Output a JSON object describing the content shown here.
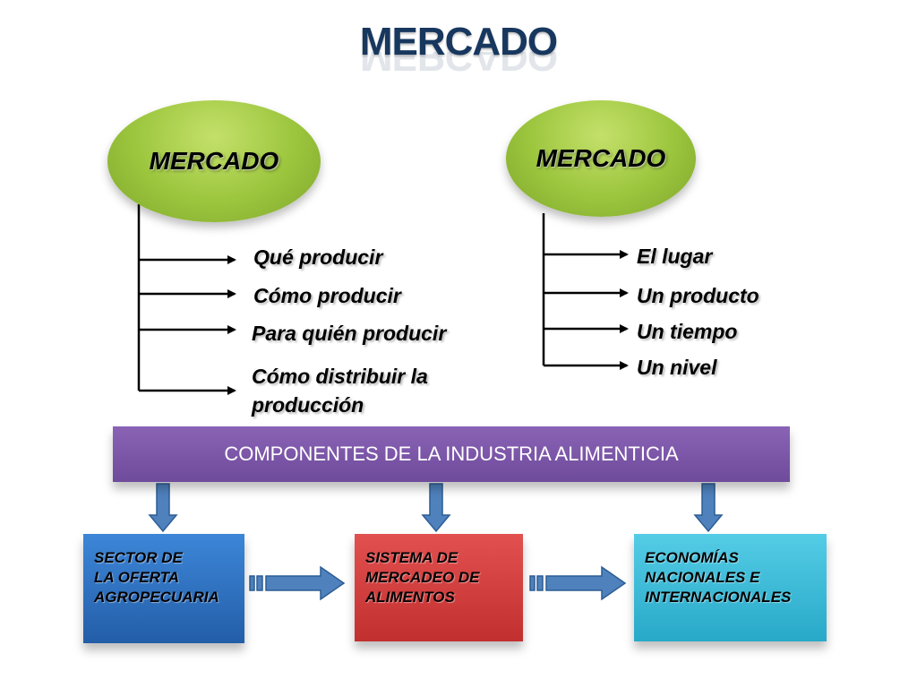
{
  "title": "MERCADO",
  "left_group": {
    "ellipse_label": "MERCADO",
    "items": [
      "Qué producir",
      "Cómo producir",
      "Para quién producir",
      "Cómo distribuir la",
      "producción"
    ]
  },
  "right_group": {
    "ellipse_label": "MERCADO",
    "items": [
      "El lugar",
      "Un producto",
      "Un tiempo",
      "Un nivel"
    ]
  },
  "banner": "COMPONENTES DE LA INDUSTRIA ALIMENTICIA",
  "boxes": [
    {
      "lines": [
        "SECTOR DE",
        "LA OFERTA",
        "AGROPECUARIA"
      ],
      "color": "#2f72c4"
    },
    {
      "lines": [
        "SISTEMA DE",
        "MERCADEO DE",
        "ALIMENTOS"
      ],
      "color": "#d13b3b"
    },
    {
      "lines": [
        "ECONOMÍAS",
        "NACIONALES E",
        "INTERNACIONALES"
      ],
      "color": "#3bbcd9"
    }
  ],
  "colors": {
    "title": "#17375e",
    "ellipse": "#9bc53d",
    "banner": "#7a55a8",
    "arrow": "#4f81bd"
  }
}
